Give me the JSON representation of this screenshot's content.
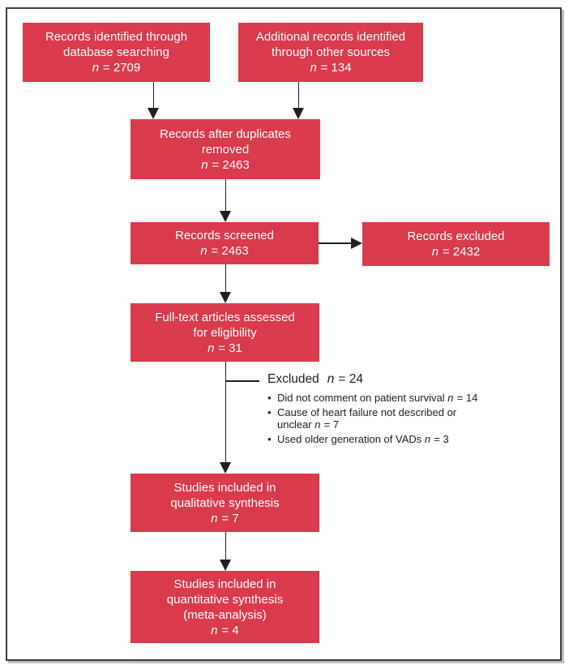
{
  "n_symbol": "n",
  "boxes": {
    "identified": {
      "lines": [
        "Records identified through",
        "database searching"
      ],
      "n": "= 2709"
    },
    "additional": {
      "lines": [
        "Additional records identified",
        "through other sources"
      ],
      "n": "= 134"
    },
    "dedup": {
      "lines": [
        "Records after duplicates",
        "removed"
      ],
      "n": "= 2463"
    },
    "screened": {
      "lines": [
        "Records screened"
      ],
      "n": "= 2463"
    },
    "excluded": {
      "lines": [
        "Records excluded"
      ],
      "n": "= 2432"
    },
    "fulltext": {
      "lines": [
        "Full-text articles assessed",
        "for eligibility"
      ],
      "n": "= 31"
    },
    "qualitative": {
      "lines": [
        "Studies included in",
        "qualitative synthesis"
      ],
      "n": "= 7"
    },
    "quantitative": {
      "lines": [
        "Studies included in",
        "quantitative synthesis",
        "(meta-analysis)"
      ],
      "n": "= 4"
    }
  },
  "exclusion": {
    "title": "Excluded",
    "title_n": "= 24",
    "items": [
      {
        "text": "Did not comment on patient survival",
        "n": "= 14"
      },
      {
        "text": "Cause of heart failure not described or unclear",
        "n": "= 7"
      },
      {
        "text": "Used older generation of VADs",
        "n": "= 3"
      }
    ]
  },
  "colors": {
    "box_fill": "#d93a4c",
    "box_text": "#ffffff",
    "line": "#1e1e1e",
    "frame_border": "#3c3c3c",
    "frame_shadow": "#bdbdbd"
  }
}
